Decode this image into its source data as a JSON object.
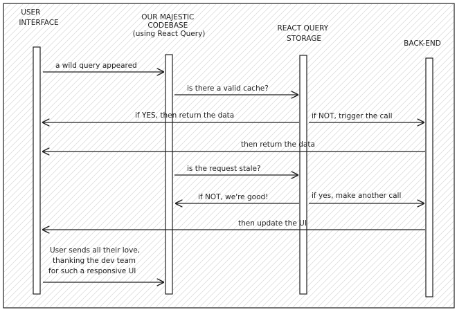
{
  "actors": {
    "ui": {
      "lines": [
        "USER",
        "INTERFACE"
      ]
    },
    "codebase": {
      "lines": [
        "OUR MAJESTIC",
        "CODEBASE",
        "(using React Query)"
      ]
    },
    "storage": {
      "lines": [
        "REACT QUERY",
        "STORAGE"
      ]
    },
    "backend": {
      "lines": [
        "BACK-END"
      ]
    }
  },
  "messages": {
    "m1": "a wild query appeared",
    "m2": "is there a valid cache?",
    "m3": "if YES, then return the data",
    "m4": "if NOT, trigger the call",
    "m5": "then return the data",
    "m6": "is the request stale?",
    "m7": "if NOT, we're good!",
    "m8": "if yes, make another call",
    "m9": "then update the UI",
    "m10": {
      "lines": [
        "User sends all their love,",
        "thanking the dev team",
        "for such a responsive UI"
      ]
    }
  },
  "colors": {
    "ink": "#1e1e1e",
    "background": "#ffffff",
    "hatch": "#d9d9d9",
    "lifeline_fill": "#ffffff"
  }
}
